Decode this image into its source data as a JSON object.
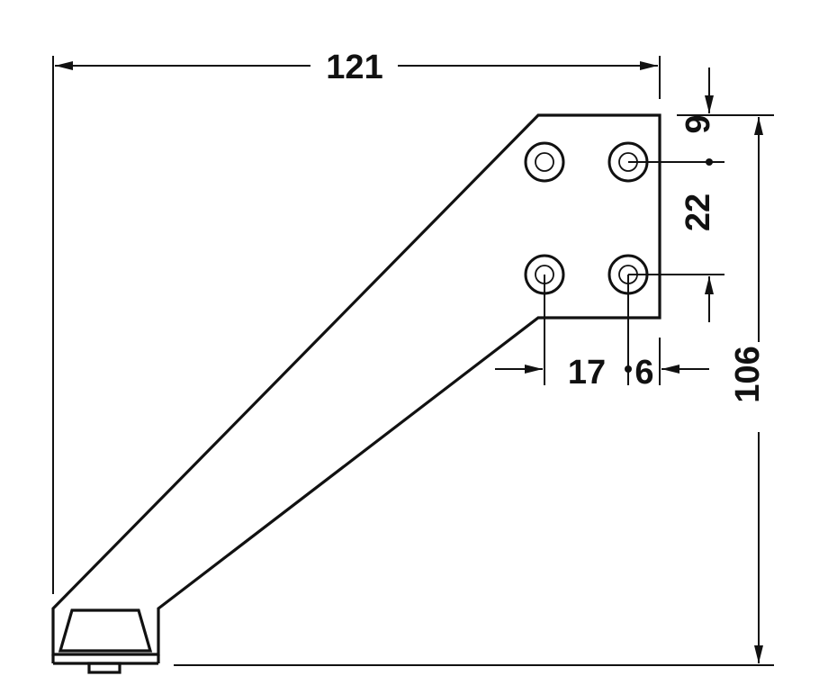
{
  "dimensions": {
    "overall_width": "121",
    "overall_height": "106",
    "top_to_first_hole": "9",
    "hole_vertical_spacing": "22",
    "hole_horizontal_spacing": "17",
    "edge_to_hole": "6"
  }
}
